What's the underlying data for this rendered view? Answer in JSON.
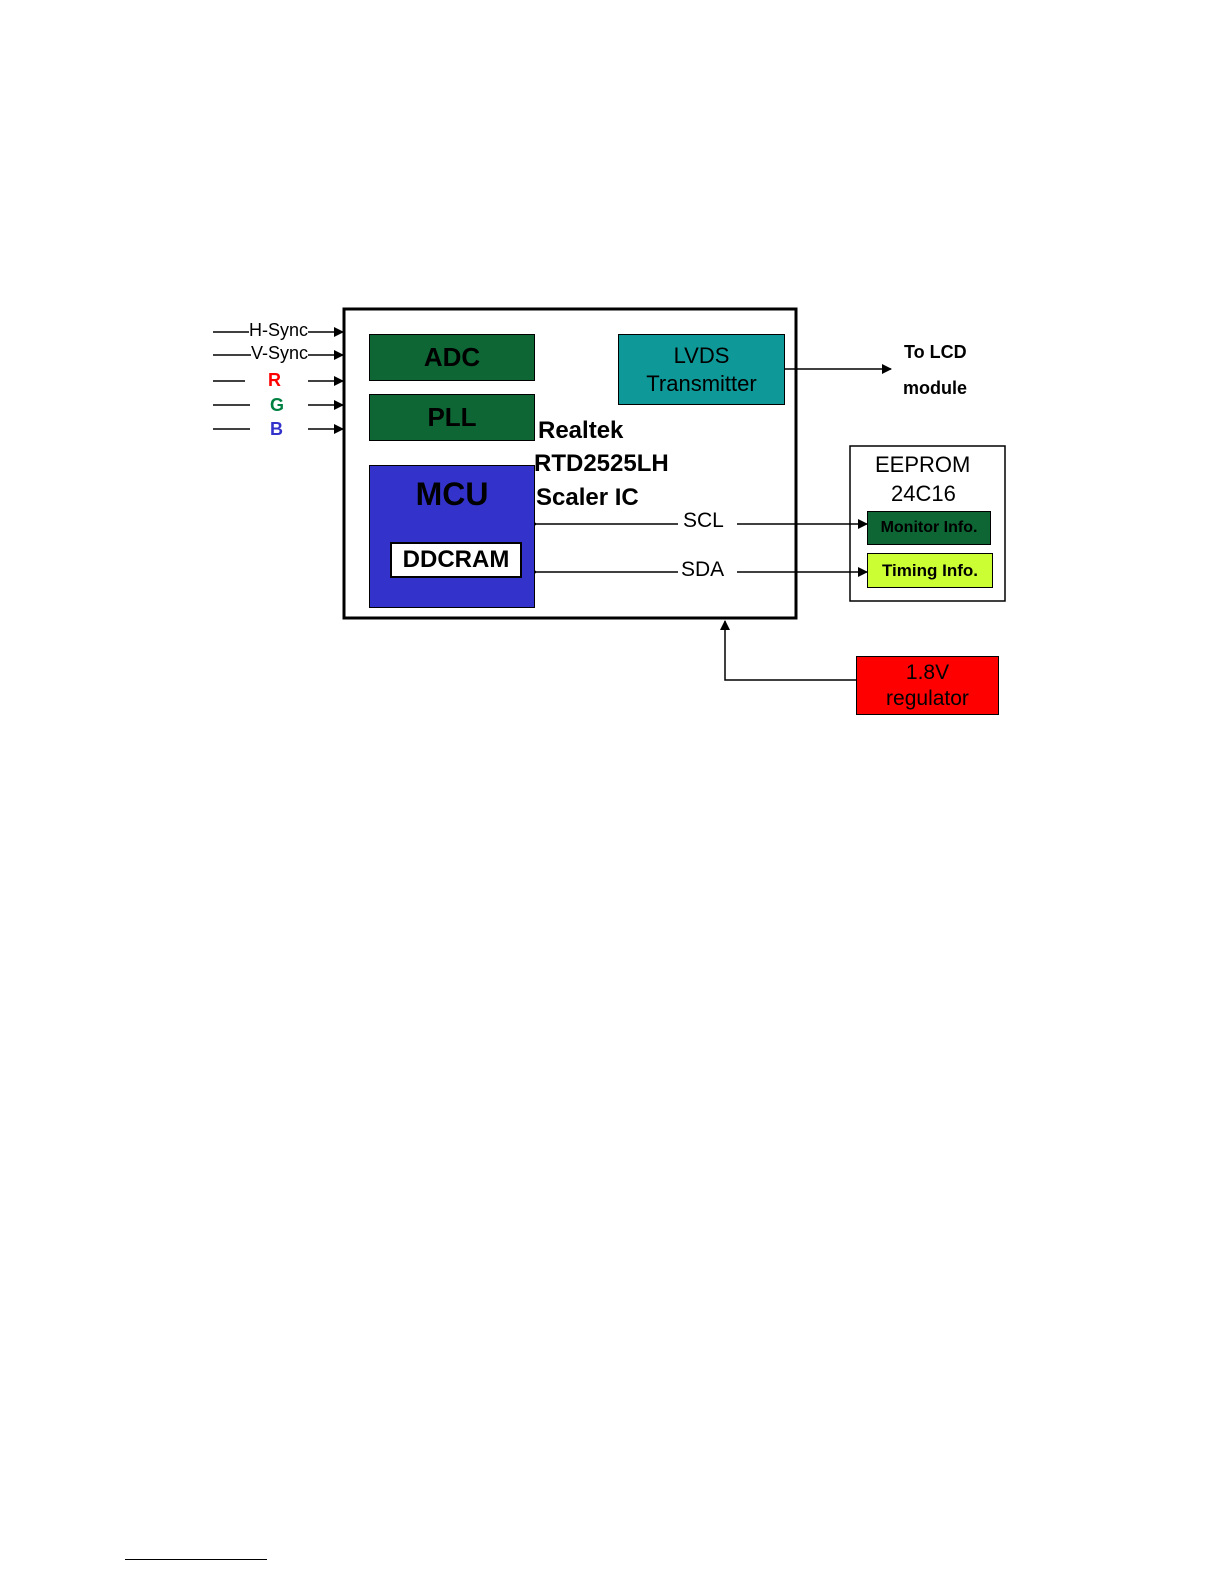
{
  "inputs": {
    "hsync": "H-Sync",
    "vsync": "V-Sync",
    "r": "R",
    "g": "G",
    "b": "B"
  },
  "chip": {
    "name_line1": "Realtek",
    "name_line2": "RTD2525LH",
    "name_line3": "Scaler IC"
  },
  "blocks": {
    "adc": "ADC",
    "pll": "PLL",
    "mcu": "MCU",
    "ddcram": "DDCRAM",
    "lvds_line1": "LVDS",
    "lvds_line2": "Transmitter"
  },
  "bus": {
    "scl": "SCL",
    "sda": "SDA"
  },
  "output": {
    "line1": "To LCD",
    "line2": "module"
  },
  "eeprom": {
    "line1": "EEPROM",
    "line2": "24C16",
    "monitor_info": "Monitor Info.",
    "timing_info": "Timing Info."
  },
  "regulator": {
    "line1": "1.8V",
    "line2": "regulator"
  },
  "colors": {
    "adc_pll": "#0d6634",
    "lvds": "#0f9898",
    "mcu": "#3333cc",
    "monitor_info": "#0d6634",
    "timing_info": "#ccff33",
    "regulator": "#ff0000",
    "r_label": "#ff0000",
    "g_label": "#008040",
    "b_label": "#3333cc"
  }
}
